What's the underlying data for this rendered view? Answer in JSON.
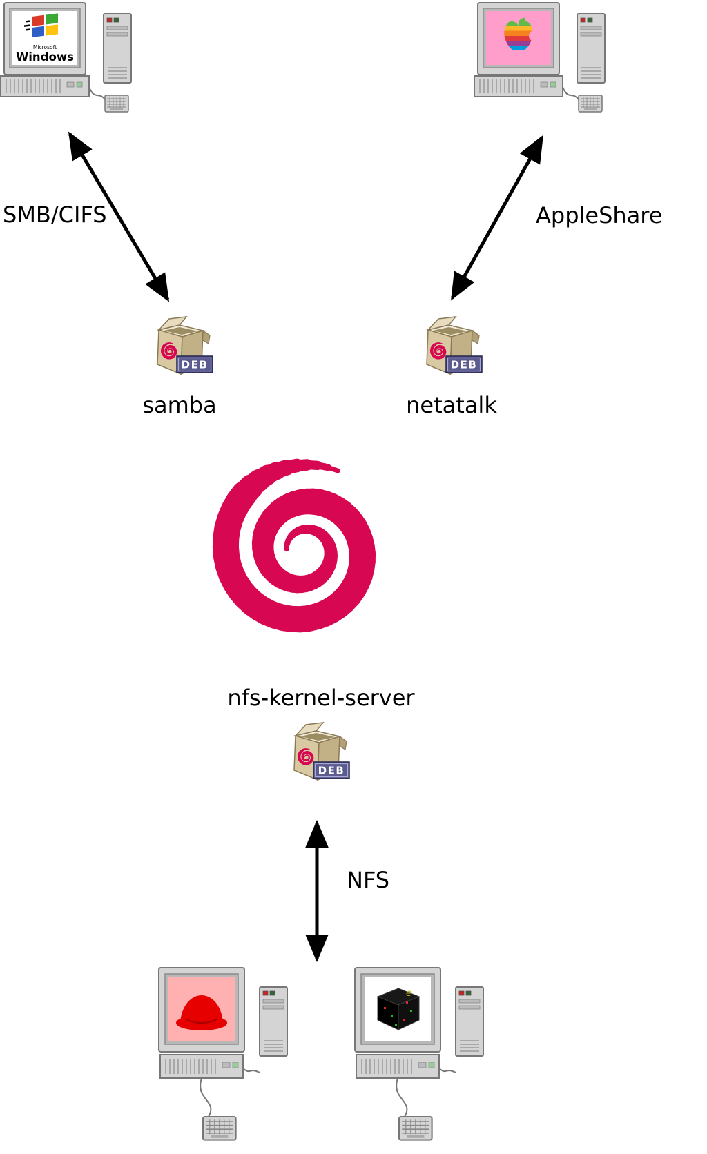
{
  "protocol_labels": {
    "smb_cifs": "SMB/CIFS",
    "appleshare": "AppleShare",
    "nfs": "NFS"
  },
  "package_labels": {
    "samba": "samba",
    "netatalk": "netatalk",
    "nfs_kernel_server": "nfs-kernel-server"
  },
  "package_badge": "DEB",
  "windows_screen": {
    "brand_small": "Microsoft",
    "brand_large": "Windows"
  },
  "unix_screen": {
    "logo_glyph": "e"
  },
  "icons": {
    "windows": "windows-computer-icon",
    "apple": "apple-computer-icon",
    "redhat": "redhat-linux-computer-icon",
    "unix": "unix-cube-computer-icon",
    "debian": "debian-swirl-logo",
    "package": "deb-package-icon"
  },
  "colors": {
    "debian_red": "#d70751",
    "arrow_black": "#000000",
    "deb_badge_bg": "#5b5b8f",
    "apple_screen_pink": "#ff9dcb",
    "redhat_screen_pink": "#ffb0b0",
    "package_box_tan": "#d9c9a2"
  }
}
